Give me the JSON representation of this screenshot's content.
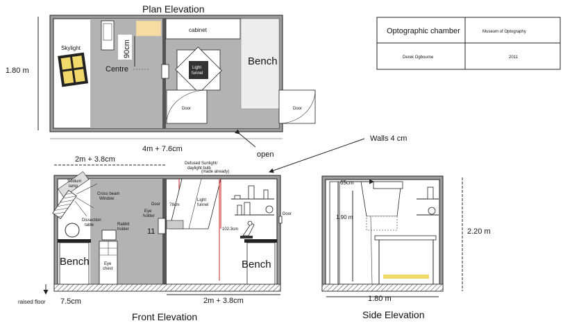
{
  "titles": {
    "plan": "Plan Elevation",
    "front": "Front Elevation",
    "side": "Side Elevation"
  },
  "title_block": {
    "name": "Optographic chamber",
    "client": "Museum of Optography",
    "author": "Derek Ogbourne",
    "year": "2011"
  },
  "plan": {
    "height_dim": "1.80 m",
    "width_dim": "4m + 7.6cm",
    "skylight": "Skylight",
    "centre": "Centre",
    "dim_90": "90cm",
    "cabinet": "cabinet",
    "light_funnel": [
      "Light",
      "funnel"
    ],
    "bench": "Bench",
    "door_left": "Door",
    "door_right": "Door",
    "open": "open"
  },
  "walls_note": "Walls  4 cm",
  "front": {
    "dim_top": "2m + 3.8cm",
    "dim_bottom": "2m + 3.8cm",
    "sodium_lamp": [
      "Sodium",
      "lamp"
    ],
    "cross_beam": [
      "Cross beam",
      "Window"
    ],
    "dissection_table": [
      "Dissection",
      "table"
    ],
    "rabbit_holder": [
      "Rabbit",
      "holder"
    ],
    "eye_holder": [
      "Eye",
      "holder"
    ],
    "door_inner": "Door",
    "eye_chest": [
      "Eye",
      "chest"
    ],
    "number_11": "11",
    "dim_78": "78cm",
    "defused": [
      "Defused Sunlight/",
      "daylight bulb",
      "(made already)"
    ],
    "light_funnel": [
      "Light",
      "funnel"
    ],
    "dim_102": "102.3cm",
    "door_right": "Door",
    "bench_left": "Bench",
    "bench_right": "Bench",
    "raised_floor": "raised floor",
    "raised_dim": "7.5cm"
  },
  "side": {
    "dim_65": "65cm",
    "dim_190": "1.90 m",
    "dim_180": "1.80 m",
    "dim_220": "2.20 m"
  },
  "colors": {
    "wall": "#9a9a9a",
    "floor": "#b3b3b3",
    "skylight_yellow": "#f0d86a",
    "highlight_red": "#d44444"
  }
}
